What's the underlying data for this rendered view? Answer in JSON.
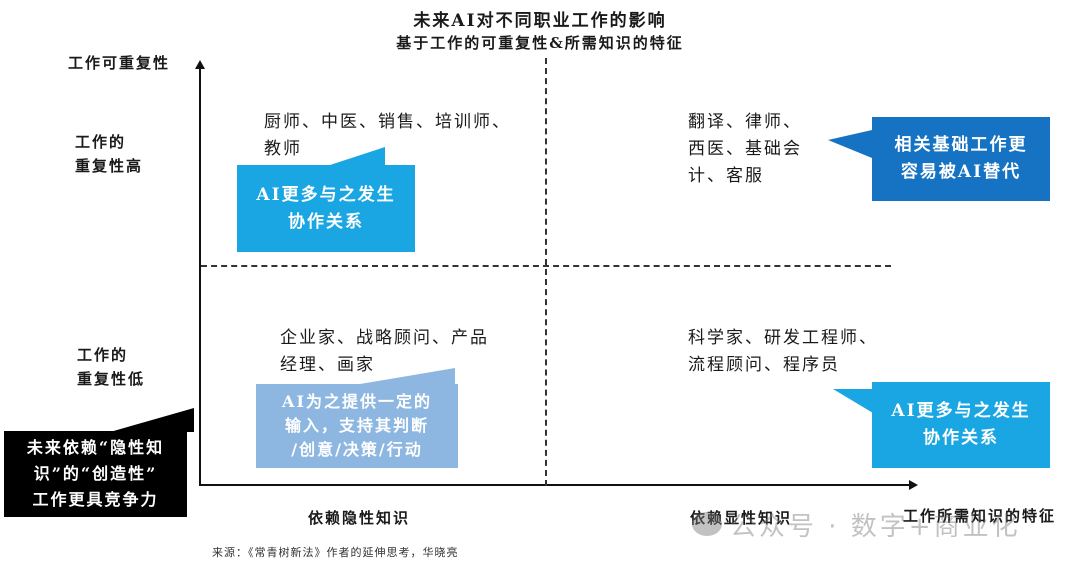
{
  "title": {
    "main": "未来AI对不同职业工作的影响",
    "subtitle": "基于工作的可重复性&所需知识的特征"
  },
  "axes": {
    "y_label": "工作可重复性",
    "x_label": "工作所需知识的特征",
    "x_left_label": "依赖隐性知识",
    "x_right_label": "依赖显性知识",
    "y_high_label_line1": "工作的",
    "y_high_label_line2": "重复性高",
    "y_low_label_line1": "工作的",
    "y_low_label_line2": "重复性低"
  },
  "quadrants": {
    "top_left": {
      "jobs_line1": "厨师、中医、销售、培训师、",
      "jobs_line2": "教师",
      "callout_line1": "AI更多与之发生",
      "callout_line2": "协作关系",
      "callout_color": "#1aa6e2"
    },
    "top_right": {
      "jobs_line1": "翻译、律师、",
      "jobs_line2": "西医、基础会",
      "jobs_line3": "计、客服",
      "callout_line1": "相关基础工作更",
      "callout_line2": "容易被AI替代",
      "callout_color": "#1672c2"
    },
    "bottom_left": {
      "jobs_line1": "企业家、战略顾问、产品",
      "jobs_line2": "经理、画家",
      "callout_line1": "AI为之提供一定的",
      "callout_line2": "输入，支持其判断",
      "callout_line3": "/创意/决策/行动",
      "callout_color": "#8db7e0"
    },
    "bottom_right": {
      "jobs_line1": "科学家、研发工程师、",
      "jobs_line2": "流程顾问、程序员",
      "callout_line1": "AI更多与之发生",
      "callout_line2": "协作关系",
      "callout_color": "#1aa6e2"
    }
  },
  "side_callout": {
    "line1": "未来依赖“隐性知",
    "line2": "识”的“创造性”",
    "line3": "工作更具竞争力",
    "color": "#000000"
  },
  "source": "来源：《常青树新法》作者的延伸思考，华晓亮",
  "watermark": "公众号 · 数字+商业化"
}
